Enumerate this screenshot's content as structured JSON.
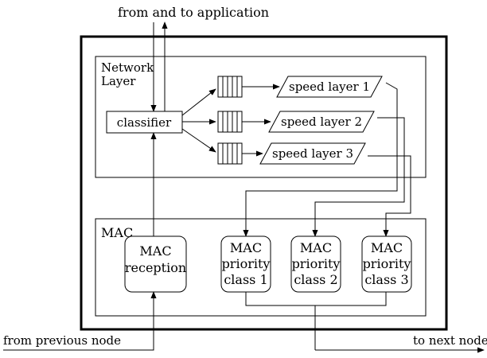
{
  "labels": {
    "top": "from and to application",
    "network_layer_line1": "Network",
    "network_layer_line2": "Layer",
    "classifier": "classifier",
    "mac": "MAC",
    "from_previous_node": "from previous node",
    "to_next_node": "to next node"
  },
  "speed_layers": [
    {
      "label": "speed layer 1"
    },
    {
      "label": "speed layer 2"
    },
    {
      "label": "speed layer 3"
    }
  ],
  "mac_boxes": [
    {
      "lines": [
        "MAC",
        "reception"
      ]
    },
    {
      "lines": [
        "MAC",
        "priority",
        "class 1"
      ]
    },
    {
      "lines": [
        "MAC",
        "priority",
        "class 2"
      ]
    },
    {
      "lines": [
        "MAC",
        "priority",
        "class 3"
      ]
    }
  ]
}
